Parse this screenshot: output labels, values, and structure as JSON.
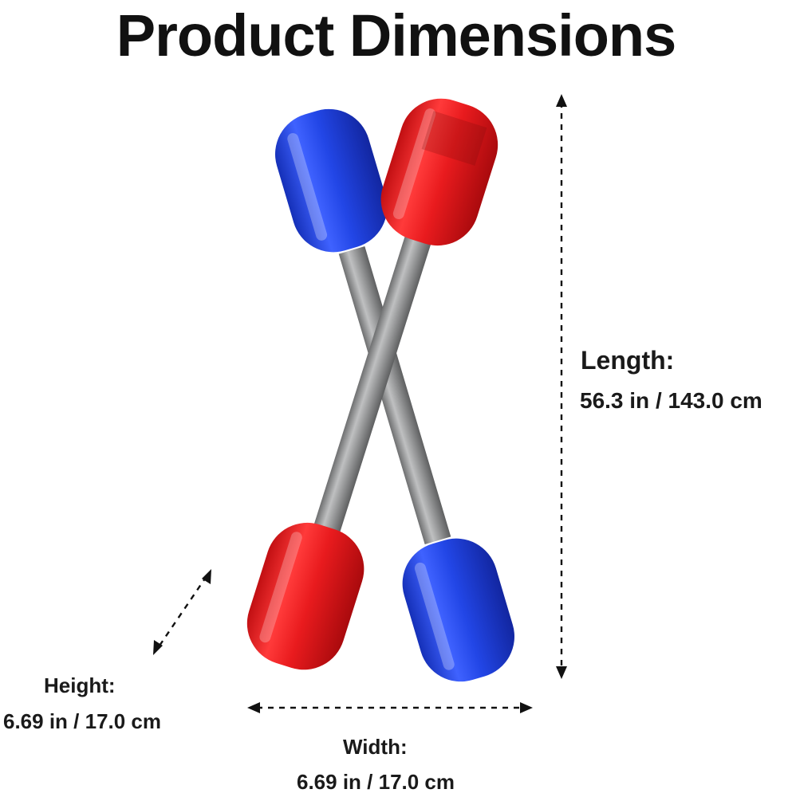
{
  "title": "Product Dimensions",
  "colors": {
    "blue_end": "#1f3fd8",
    "red_end": "#e8191b",
    "pole": "#8f9090",
    "text": "#111111"
  },
  "dimensions": {
    "length": {
      "label": "Length:",
      "value": "56.3 in / 143.0 cm"
    },
    "height": {
      "label": "Height:",
      "value": "6.69 in / 17.0 cm"
    },
    "width": {
      "label": "Width:",
      "value": "6.69 in / 17.0 cm"
    }
  }
}
